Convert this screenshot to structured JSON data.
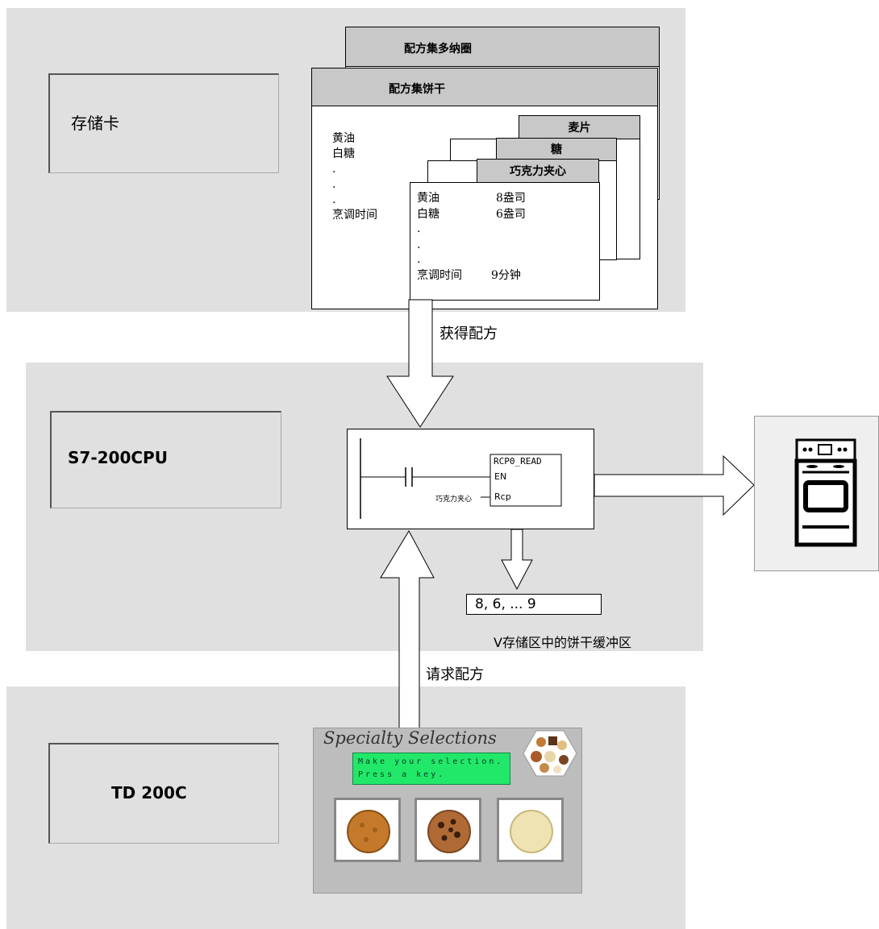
{
  "memory_card": {
    "label": "存储卡",
    "recipe_set_back": "配方集多纳圈",
    "recipe_set_front": "配方集饼干",
    "template_lines": [
      "黄油",
      "白糖",
      ".",
      ".",
      ".",
      "烹调时间"
    ],
    "tabs": [
      "麦片",
      "糖",
      "巧克力夹心"
    ],
    "recipe_rows": [
      {
        "name": "黄油",
        "value": "8盎司"
      },
      {
        "name": "白糖",
        "value": "6盎司"
      },
      {
        "name": ".",
        "value": ""
      },
      {
        "name": ".",
        "value": ""
      },
      {
        "name": ".",
        "value": ""
      },
      {
        "name": "烹调时间",
        "value": "9分钟"
      }
    ]
  },
  "arrows": {
    "get_recipe": "获得配方",
    "request_recipe": "请求配方"
  },
  "cpu": {
    "label": "S7-200CPU",
    "block_title": "RCP0_READ",
    "pin_en": "EN",
    "pin_rcp": "Rcp",
    "param": "巧克力夹心",
    "buffer_value": "8, 6, ... 9",
    "buffer_caption": "V存储区中的饼干缓冲区"
  },
  "td": {
    "label": "TD 200C",
    "screen_title": "Specialty Selections",
    "display_line1": "Make your selection.",
    "display_line2": "Press a key."
  },
  "colors": {
    "panel": "#e0e0e0",
    "tab_header": "#c8c8c8",
    "td_display": "#22e86a",
    "td_body": "#bdbdbd"
  }
}
